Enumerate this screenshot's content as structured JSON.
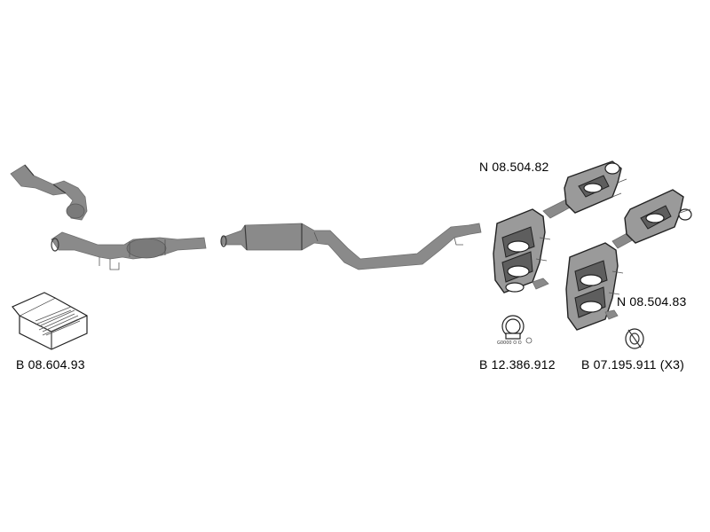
{
  "labels": {
    "mounting_kit": "B 08.604.93",
    "rear_muffler_left": "N 08.504.82",
    "rear_muffler_right": "N 08.504.83",
    "clamp": "B 12.386.912",
    "nut": "B 07.195.911 (X3)"
  },
  "colors": {
    "pipe": "#8a8a8a",
    "outline": "#222222",
    "background": "#ffffff"
  }
}
